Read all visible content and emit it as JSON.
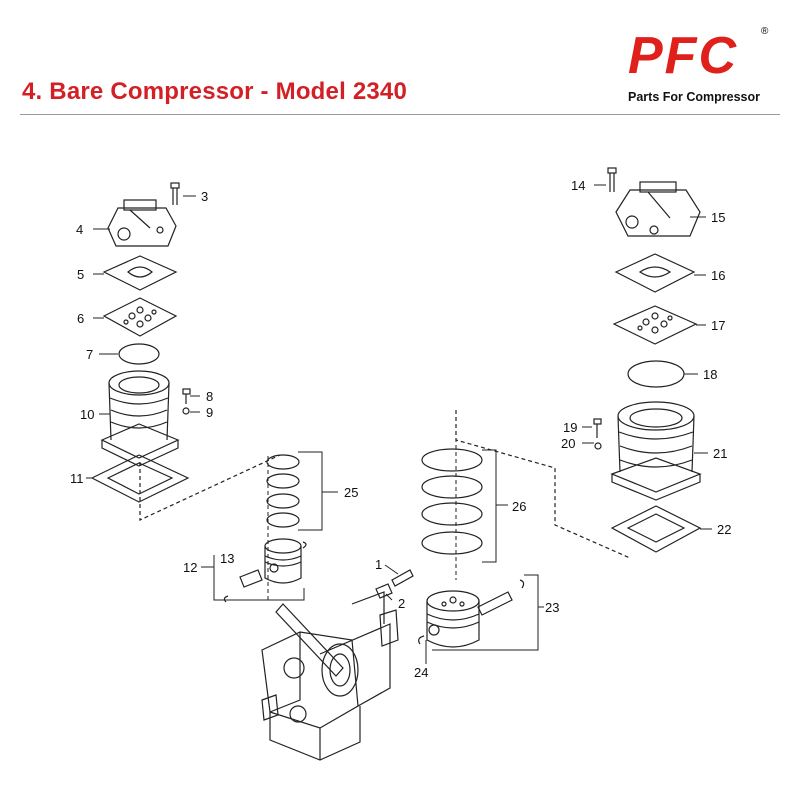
{
  "header": {
    "title": "4. Bare Compressor - Model 2340",
    "logo": {
      "mark": "PFC",
      "registered": "®",
      "tagline": "Parts For Compressor",
      "color": "#e0201b"
    },
    "title_color": "#d32027"
  },
  "diagram": {
    "part_numbers": [
      "1",
      "2",
      "3",
      "4",
      "5",
      "6",
      "7",
      "8",
      "9",
      "10",
      "11",
      "12",
      "13",
      "14",
      "15",
      "16",
      "17",
      "18",
      "19",
      "20",
      "21",
      "22",
      "23",
      "24",
      "25",
      "26"
    ]
  }
}
